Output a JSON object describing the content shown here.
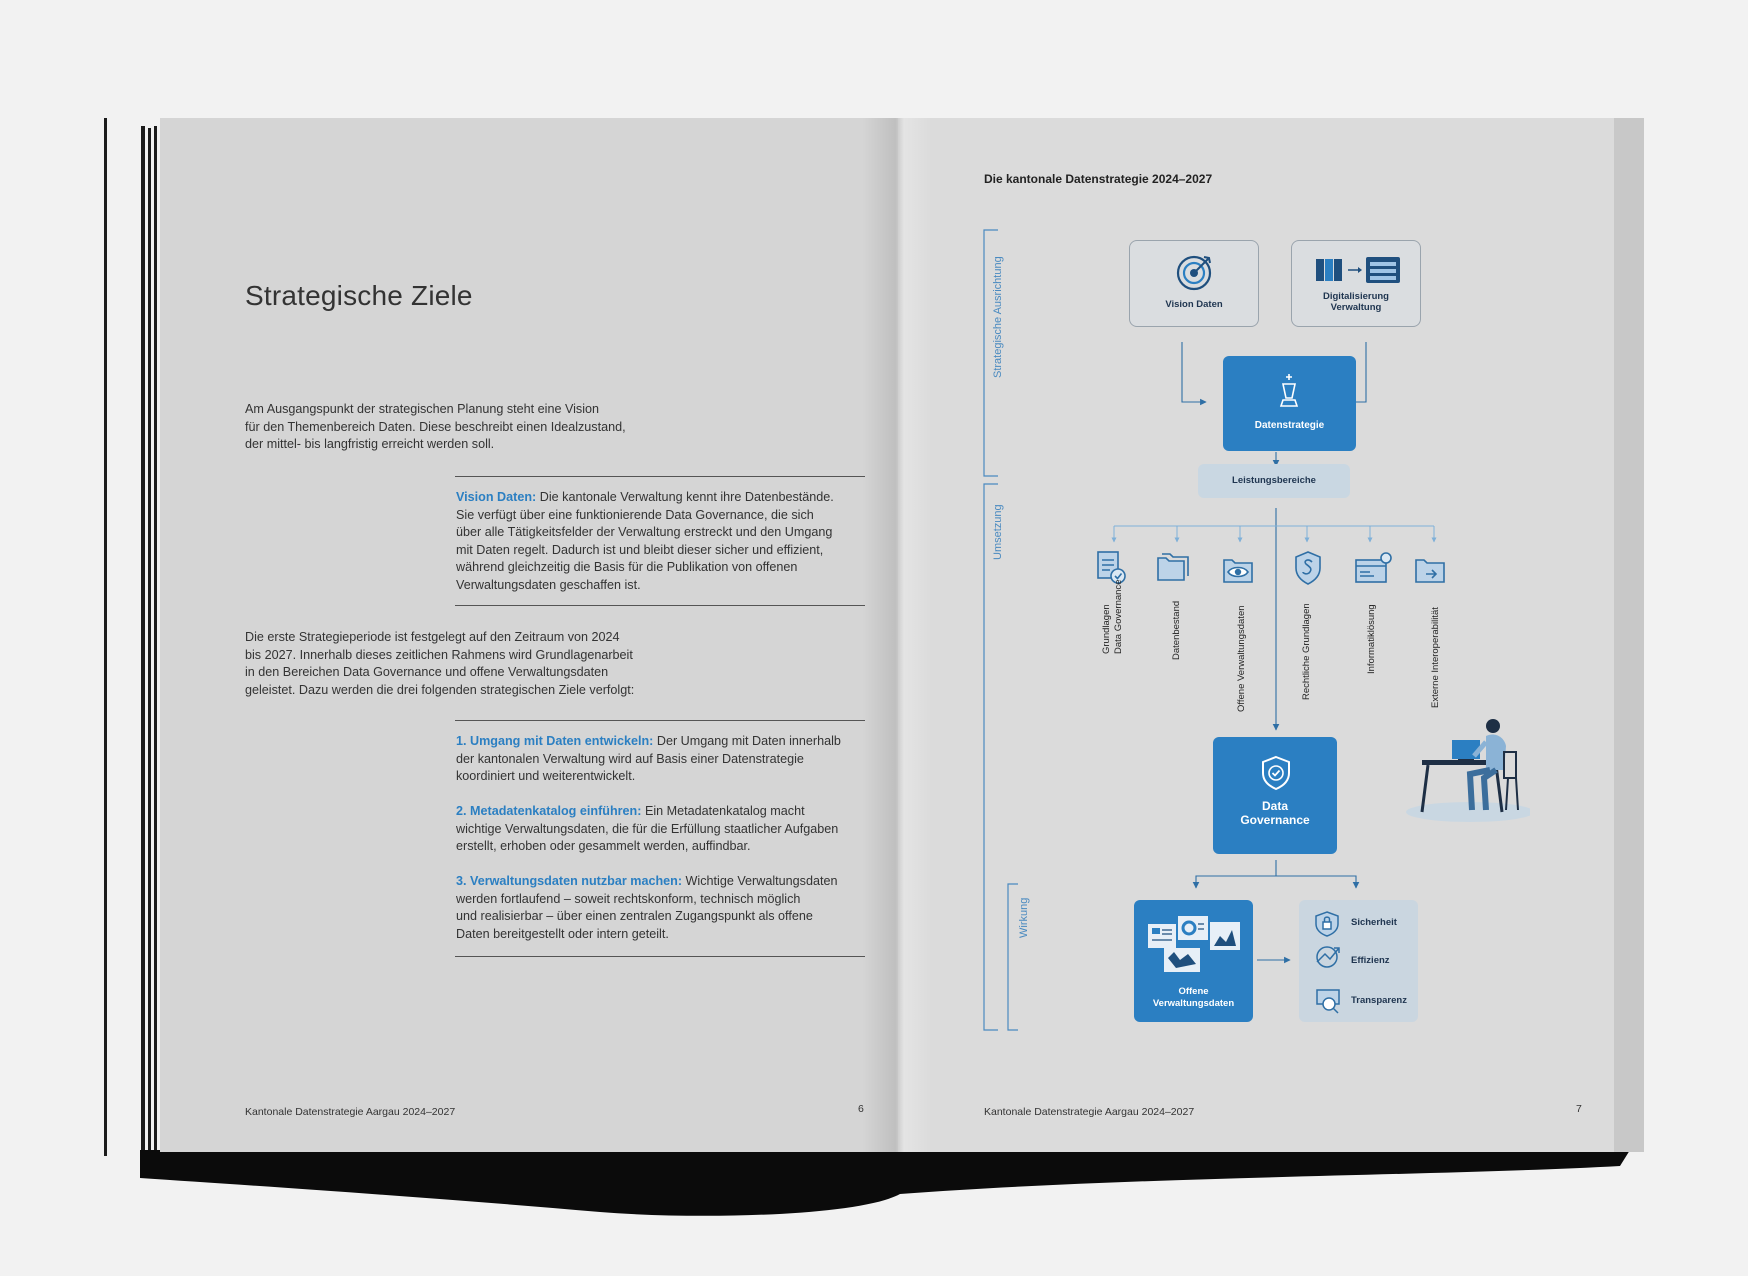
{
  "left": {
    "title": "Strategische Ziele",
    "intro": [
      "Am Ausgangspunkt der strategischen Planung steht eine Vision",
      "für den Themenbereich Daten. Diese beschreibt einen Idealzustand,",
      "der mittel- bis langfristig erreicht werden soll."
    ],
    "vision_label": "Vision Daten:",
    "vision_lines": [
      " Die kantonale Verwaltung kennt ihre Datenbestände.",
      "Sie verfügt über eine funktionierende Data Governance, die sich",
      "über alle Tätigkeitsfelder der Verwaltung erstreckt und den Umgang",
      "mit Daten regelt. Dadurch ist und bleibt dieser sicher und effizient,",
      "während gleichzeitig die Basis für die Publikation von offenen",
      "Verwaltungsdaten geschaffen ist."
    ],
    "period": [
      "Die erste Strategieperiode ist festgelegt auf den Zeitraum von 2024",
      "bis 2027. Innerhalb dieses zeitlichen Rahmens wird Grundlagenarbeit",
      "in den Bereichen Data Governance und offene Verwaltungsdaten",
      "geleistet. Dazu werden die drei folgenden strategischen Ziele verfolgt:"
    ],
    "goal1_label": "1.  Umgang mit Daten entwickeln:",
    "goal1_lines": [
      " Der Umgang mit Daten innerhalb",
      "der kantonalen Verwaltung wird auf Basis einer Datenstrategie",
      "koordiniert und weiterentwickelt."
    ],
    "goal2_label": "2.  Metadatenkatalog einführen:",
    "goal2_lines": [
      " Ein Metadatenkatalog macht",
      "wichtige Verwaltungsdaten, die für die Erfüllung staatlicher Aufgaben",
      "erstellt, erhoben oder gesammelt werden, auffindbar."
    ],
    "goal3_label": "3.  Verwaltungsdaten nutzbar machen:",
    "goal3_lines": [
      " Wichtige Verwaltungsdaten",
      "werden fortlaufend – soweit rechtskonform, technisch möglich",
      "und realisierbar – über einen zentralen Zugangspunkt als offene",
      "Daten bereitgestellt oder intern geteilt."
    ],
    "footer": "Kantonale Datenstrategie Aargau 2024–2027",
    "page_number": "6"
  },
  "right": {
    "title": "Die kantonale Datenstrategie 2024–2027",
    "section_strategic": "Strategische Ausrichtung",
    "section_implementation": "Umsetzung",
    "section_effect": "Wirkung",
    "vision_box": "Vision Daten",
    "digital_box": [
      "Digitalisierung",
      "Verwaltung"
    ],
    "strategy_box": "Datenstrategie",
    "services_box": "Leistungsbereiche",
    "areas": [
      [
        "Grundlagen",
        "Data Governance"
      ],
      [
        "Datenbestand"
      ],
      [
        "Offene Verwaltungsdaten"
      ],
      [
        "Rechtliche Grundlagen"
      ],
      [
        "Informatiklösung"
      ],
      [
        "Externe Interoperabilität"
      ]
    ],
    "governance_box": [
      "Data",
      "Governance"
    ],
    "open_data_box": [
      "Offene",
      "Verwaltungsdaten"
    ],
    "outcomes": [
      "Sicherheit",
      "Effizienz",
      "Transparenz"
    ],
    "footer": "Kantonale Datenstrategie Aargau 2024–2027",
    "page_number": "7"
  },
  "colors": {
    "accent": "#2b7fc2",
    "page": "#d8d8d8",
    "background": "#f2f2f2"
  }
}
